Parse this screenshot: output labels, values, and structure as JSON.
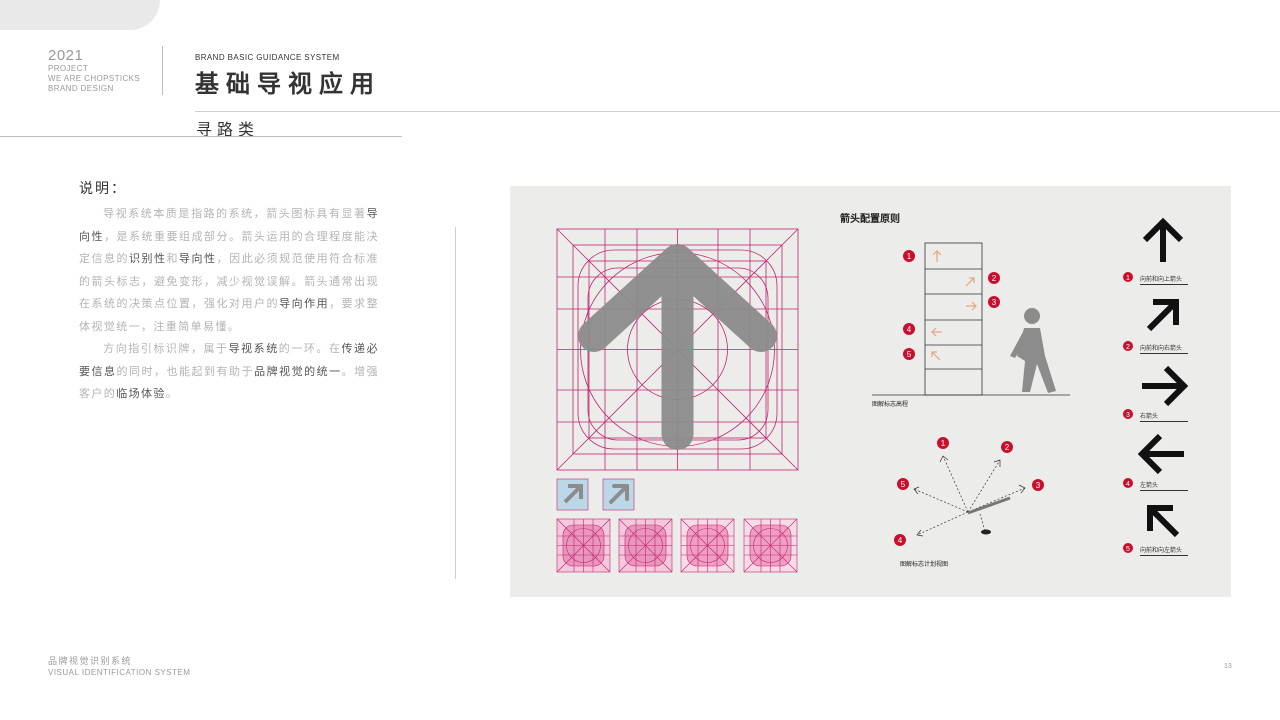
{
  "header": {
    "year": "2021",
    "lines": [
      "PROJECT",
      "WE ARE CHOPSTICKS",
      "BRAND DESIGN"
    ],
    "title_en": "BRAND BASIC GUIDANCE SYSTEM",
    "title_zh": "基础导视应用"
  },
  "section": {
    "title": "寻路类"
  },
  "description": {
    "label": "说明：",
    "p1": {
      "s1": "导视系统本质是指路的系统，箭头图标具有显著",
      "h1": "导向性",
      "s2": "，是系统重要组成部分。箭头运用的合理程度能决定信息的",
      "h2": "识别性",
      "s3": "和",
      "h3": "导向性",
      "s4": "，因此必须规范使用符合标准的箭头标志，避免变形，减少视觉误解。箭头通常出现在系统的决策点位置，强化对用户的",
      "h4": "导向作用",
      "s5": "，要求整体视觉统一，注重简单易懂。"
    },
    "p2": {
      "s1": "方向指引标识牌，属于",
      "h1": "导视系统",
      "s2": "的一环。在",
      "h2": "传递必要信息",
      "s3": "的同时，也能起到有助于",
      "h3": "品牌视觉的统一",
      "s4": "。增强客户的",
      "h4": "临场体验",
      "s5": "。"
    }
  },
  "panel": {
    "config_title": "箭头配置原则",
    "elevation_caption": "图解标志高程",
    "plan_caption": "图解标志计划视图",
    "elevation_markers": [
      "1",
      "2",
      "3",
      "4",
      "5"
    ],
    "plan_markers": [
      "1",
      "2",
      "3",
      "4",
      "5"
    ],
    "legend": [
      {
        "num": "1",
        "label": "向前和向上箭头"
      },
      {
        "num": "2",
        "label": "向前和向右箭头"
      },
      {
        "num": "3",
        "label": "右箭头"
      },
      {
        "num": "4",
        "label": "左箭头"
      },
      {
        "num": "5",
        "label": "向前和向左箭头"
      }
    ],
    "colors": {
      "grid": "#c2266e",
      "arrow_gray": "#8c8c8c",
      "marker_red": "#c8102e",
      "small_arrow": "#e3a77e"
    }
  },
  "footer": {
    "zh": "品牌视觉识别系统",
    "en": "VISUAL IDENTIFICATION SYSTEM",
    "page": "13"
  }
}
